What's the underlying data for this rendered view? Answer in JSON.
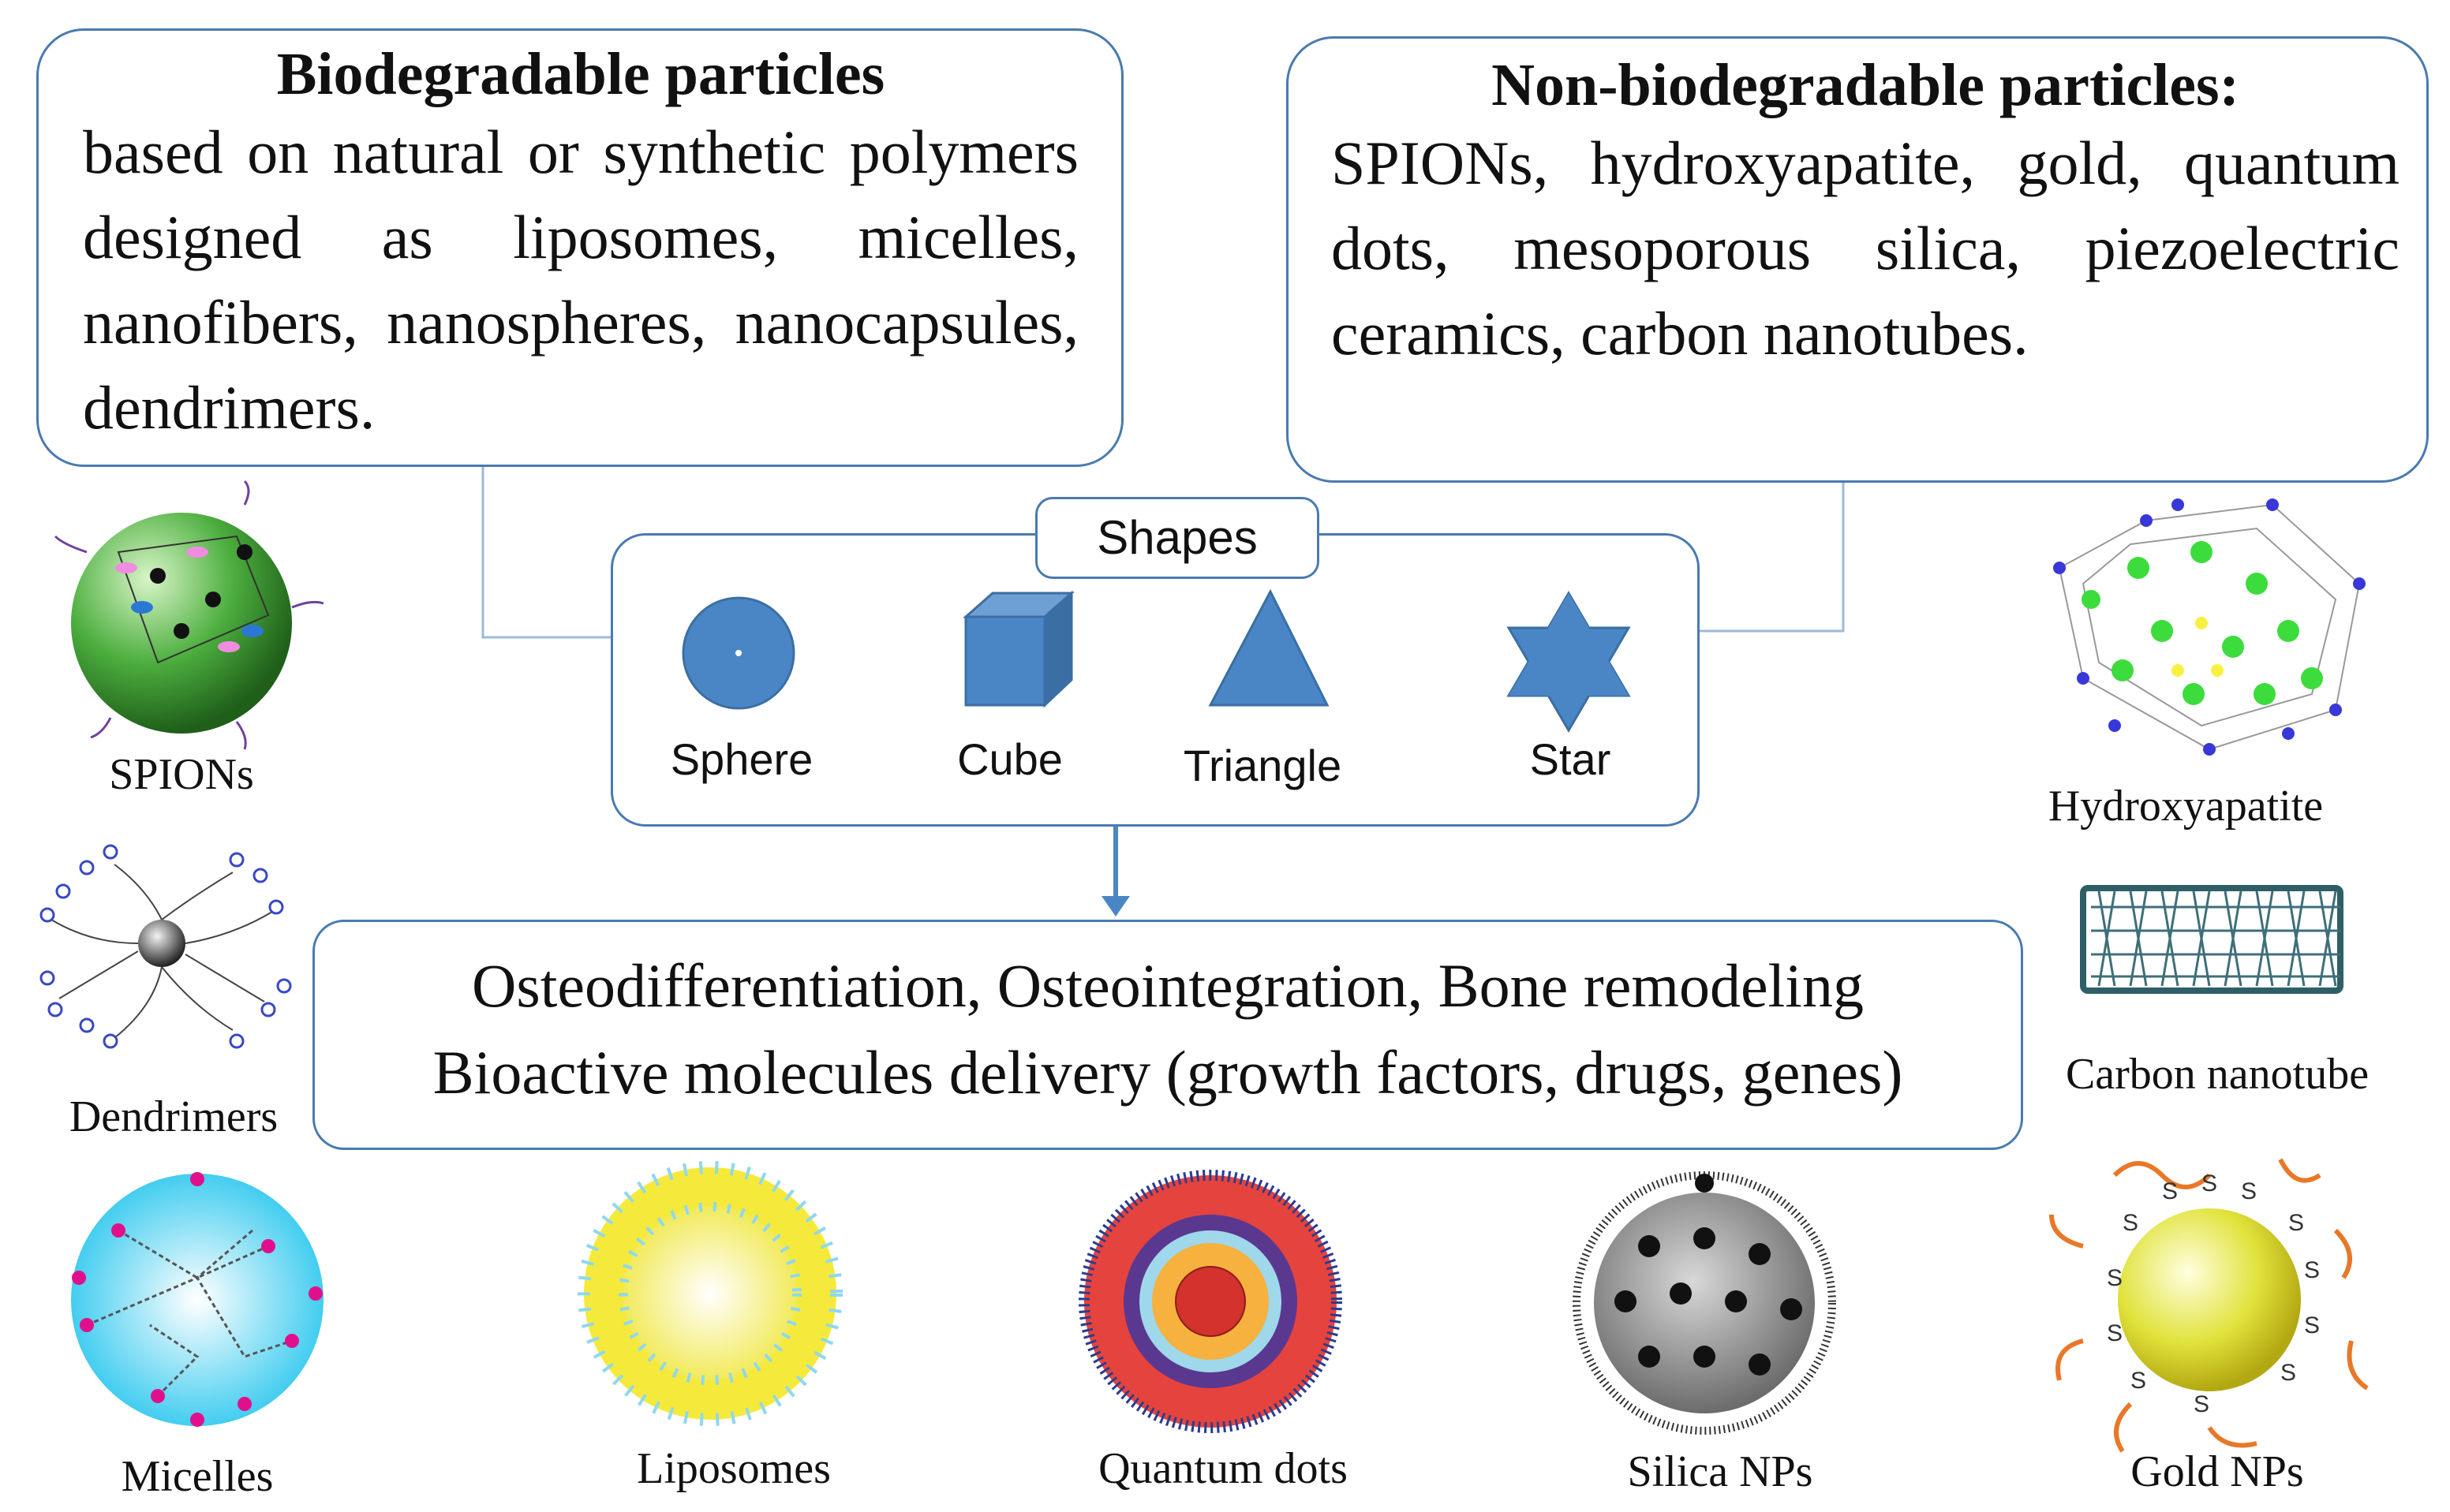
{
  "biodegradable": {
    "title": "Biodegradable particles",
    "body": "based on natural or synthetic polymers designed as liposomes, micelles, nanofibers, nanospheres, nanocapsules, dendrimers."
  },
  "non_biodegradable": {
    "title": "Non-biodegradable particles:",
    "body": "SPIONs, hydroxyapatite, gold, quantum dots, mesoporous silica, piezoelectric ceramics, carbon nanotubes."
  },
  "shapes": {
    "title": "Shapes",
    "items": [
      "Sphere",
      "Cube",
      "Triangle",
      "Star"
    ]
  },
  "outcome": {
    "line1": "Osteodifferentiation, Osteointegration, Bone remodeling",
    "line2": "Bioactive molecules delivery (growth factors, drugs, genes)"
  },
  "particles": {
    "spions": "SPIONs",
    "dendrimers": "Dendrimers",
    "micelles": "Micelles",
    "liposomes": "Liposomes",
    "quantum_dots": "Quantum dots",
    "silica": "Silica NPs",
    "gold": "Gold NPs",
    "hydroxyapatite": "Hydroxyapatite",
    "carbon_nanotube": "Carbon nanotube"
  },
  "colors": {
    "border": "#4a7ab0",
    "shape_fill": "#4a86c5",
    "connector": "#9dbad8"
  }
}
